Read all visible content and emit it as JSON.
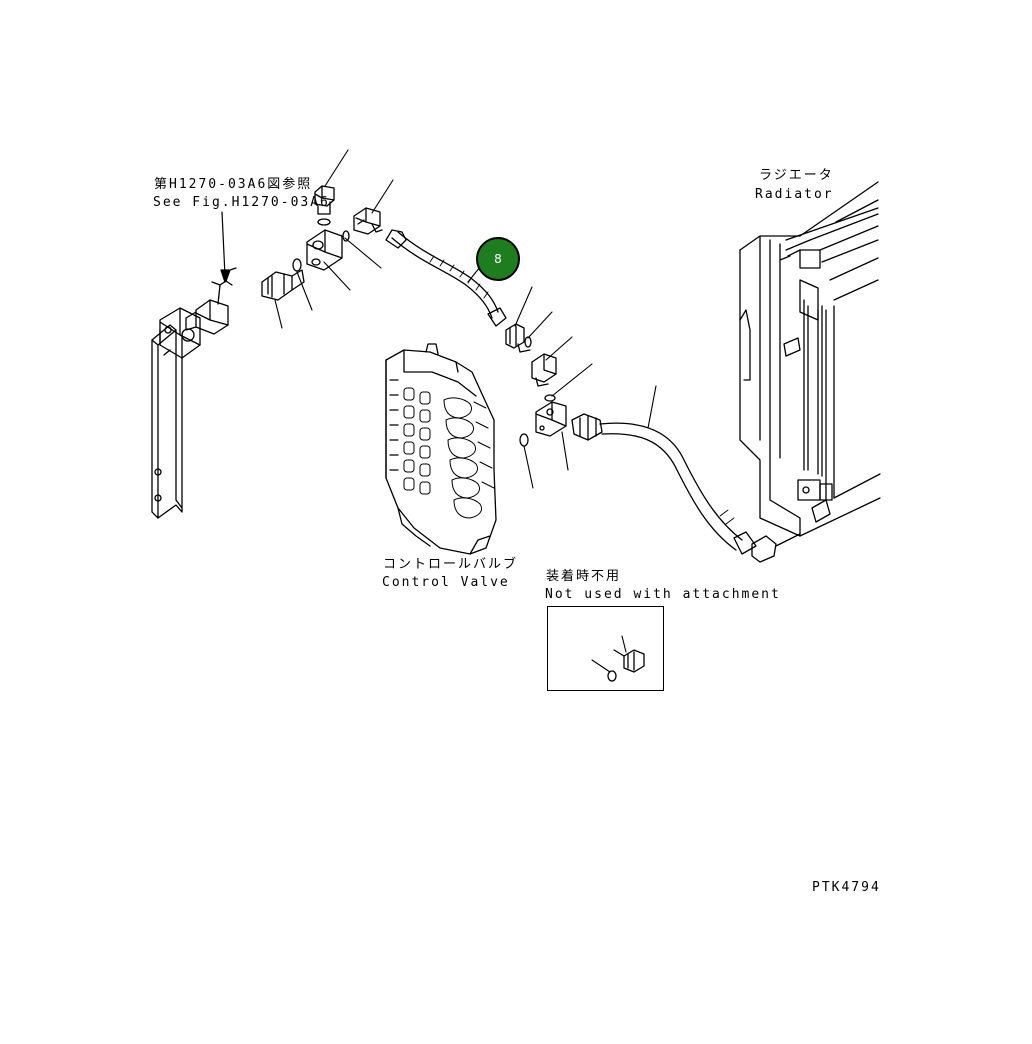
{
  "labels": {
    "see_fig_jp": "第H1270-03A6図参照",
    "see_fig_en": "See Fig.H1270-03A6",
    "radiator_jp": "ラジエータ",
    "radiator_en": "Radiator",
    "control_valve_jp": "コントロールバルブ",
    "control_valve_en": "Control Valve",
    "not_used_jp": "装着時不用",
    "not_used_en": "Not used with attachment",
    "drawing_code": "PTK4794"
  },
  "callout": {
    "number": "8",
    "color": "#1e7d1e"
  }
}
